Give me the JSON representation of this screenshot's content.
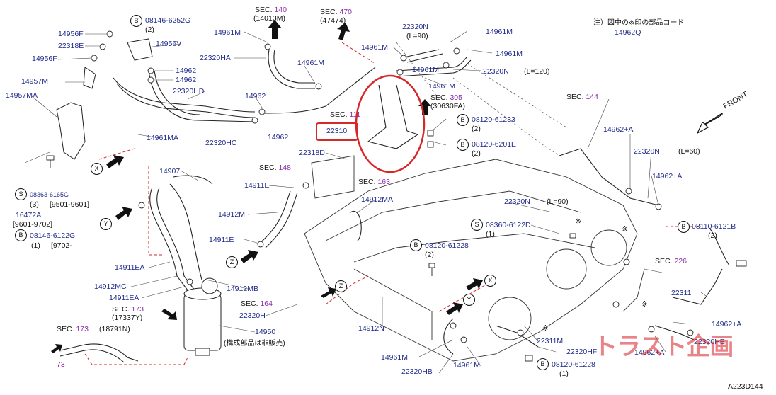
{
  "note": {
    "line1": "注）図中の※印の部品コード",
    "line2": "14962Q"
  },
  "code": "A223D144",
  "watermark": "トラスト企画",
  "sec_word": "SEC.",
  "sections": [
    {
      "num": "140",
      "sub": "(14013M)"
    },
    {
      "num": "470",
      "sub": "(47474)"
    },
    {
      "num": "305",
      "sub": "(30630FA)"
    },
    {
      "num": "111",
      "sub": ""
    },
    {
      "num": "144",
      "sub": ""
    },
    {
      "num": "148",
      "sub": ""
    },
    {
      "num": "163",
      "sub": ""
    },
    {
      "num": "226",
      "sub": ""
    },
    {
      "num": "164",
      "sub": ""
    },
    {
      "num": "173",
      "sub": "(17337Y)"
    },
    {
      "num": "173",
      "sub": "(18791N)"
    }
  ],
  "front_label": "FRONT",
  "highlight_part": "22310",
  "parts": [
    "14956F",
    "22318E",
    "14956F",
    "14957M",
    "14957MA",
    "08146-6252G",
    "(2)",
    "14956V",
    "14961M",
    "22320HA",
    "14962",
    "14962",
    "22320HD",
    "14961M",
    "14962",
    "14962",
    "22320HC",
    "14961MA",
    "22320N",
    "(L=90)",
    "14961M",
    "14961M",
    "14961M",
    "22320N",
    "(L=120)",
    "14961M",
    "14961M",
    "08120-61233",
    "(2)",
    "08120-6201E",
    "(2)",
    "22318D",
    "14907",
    "14911E",
    "14912MA",
    "14912M",
    "14911E",
    "08363-6165G",
    "(3)",
    "[9501-9601]",
    "16472A",
    "[9601-9702]",
    "08146-6122G",
    "(1)",
    "[9702-",
    "14911EA",
    "14912MC",
    "14912MB",
    "14911EA",
    "22320H",
    "14950",
    "(構成部品は非販売)",
    "14912N",
    "22320N",
    "(L=90)",
    "08360-6122D",
    "(1)",
    "08120-61228",
    "(2)",
    "14962+A",
    "22320N",
    "(L=60)",
    "14962+A",
    "08110-6121B",
    "(2)",
    "22311",
    "14962+A",
    "22320HE",
    "14962+A",
    "14961M",
    "22320HB",
    "14961M",
    "22311M",
    "22320HF",
    "08120-61228",
    "(1)",
    "73"
  ],
  "markers": [
    "X",
    "Y",
    "Z",
    "X",
    "Y",
    "Z",
    "B",
    "S"
  ]
}
